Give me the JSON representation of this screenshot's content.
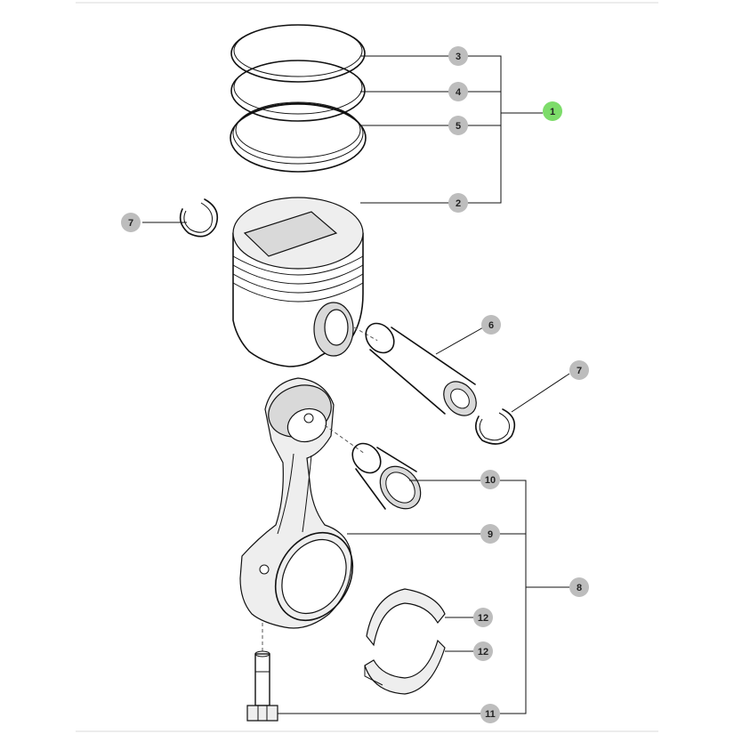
{
  "colors": {
    "callout_default": "#bdbdbd",
    "callout_highlight": "#7ddc6a",
    "line": "#111111",
    "frame": "#e6e6e6"
  },
  "callouts": [
    {
      "id": "c-3",
      "label": "3",
      "highlight": false
    },
    {
      "id": "c-4",
      "label": "4",
      "highlight": false
    },
    {
      "id": "c-5",
      "label": "5",
      "highlight": false
    },
    {
      "id": "c-1",
      "label": "1",
      "highlight": true
    },
    {
      "id": "c-2",
      "label": "2",
      "highlight": false
    },
    {
      "id": "c-7a",
      "label": "7",
      "highlight": false
    },
    {
      "id": "c-6",
      "label": "6",
      "highlight": false
    },
    {
      "id": "c-7b",
      "label": "7",
      "highlight": false
    },
    {
      "id": "c-10",
      "label": "10",
      "highlight": false
    },
    {
      "id": "c-9",
      "label": "9",
      "highlight": false
    },
    {
      "id": "c-8",
      "label": "8",
      "highlight": false
    },
    {
      "id": "c-12a",
      "label": "12",
      "highlight": false
    },
    {
      "id": "c-12b",
      "label": "12",
      "highlight": false
    },
    {
      "id": "c-11",
      "label": "11",
      "highlight": false
    }
  ],
  "parts": [
    {
      "id": "ring-top",
      "icon": "piston-ring-icon"
    },
    {
      "id": "ring-middle",
      "icon": "piston-ring-icon"
    },
    {
      "id": "ring-oil",
      "icon": "piston-ring-icon"
    },
    {
      "id": "piston",
      "icon": "piston-icon"
    },
    {
      "id": "circlip-left",
      "icon": "circlip-icon"
    },
    {
      "id": "piston-pin",
      "icon": "piston-pin-icon"
    },
    {
      "id": "circlip-right",
      "icon": "circlip-icon"
    },
    {
      "id": "connecting-rod",
      "icon": "connecting-rod-icon"
    },
    {
      "id": "small-end-bushing",
      "icon": "bushing-icon"
    },
    {
      "id": "bearing-shells",
      "icon": "bearing-shell-icon"
    },
    {
      "id": "rod-bolt",
      "icon": "bolt-icon"
    }
  ]
}
